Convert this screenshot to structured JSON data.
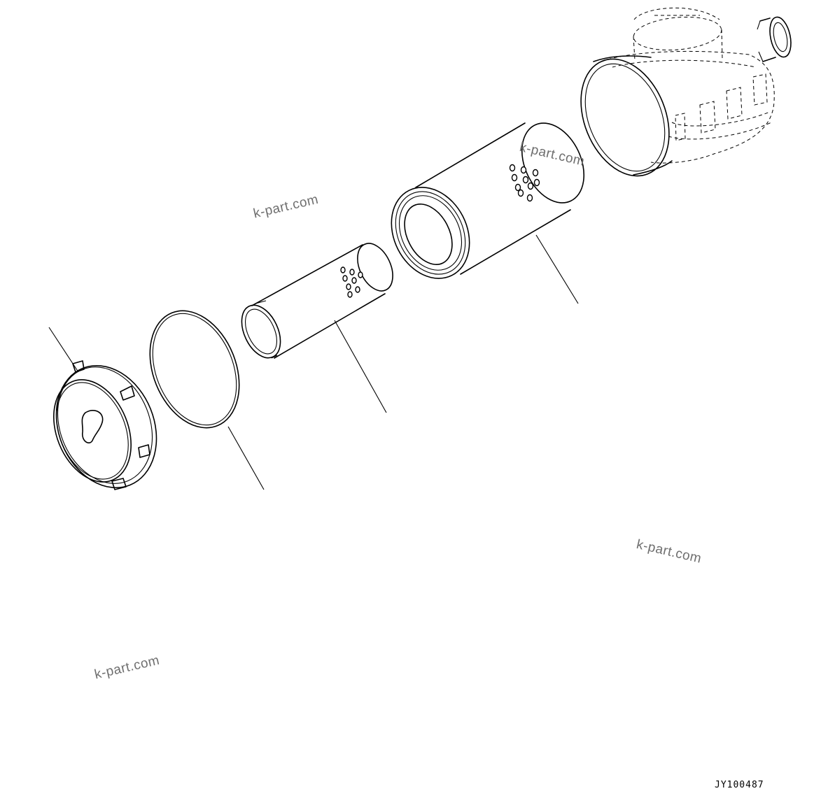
{
  "diagram": {
    "drawing_code": "JY100487",
    "watermarks": [
      "k-part.com",
      "k-part.com",
      "k-part.com",
      "k-part.com"
    ],
    "parts": [
      {
        "name": "air-cleaner-cap",
        "callout_line": true
      },
      {
        "name": "o-ring-seal",
        "callout_line": true
      },
      {
        "name": "inner-safety-element",
        "callout_line": true
      },
      {
        "name": "outer-primary-element",
        "callout_line": true
      },
      {
        "name": "air-cleaner-housing",
        "callout_line": false
      }
    ]
  }
}
